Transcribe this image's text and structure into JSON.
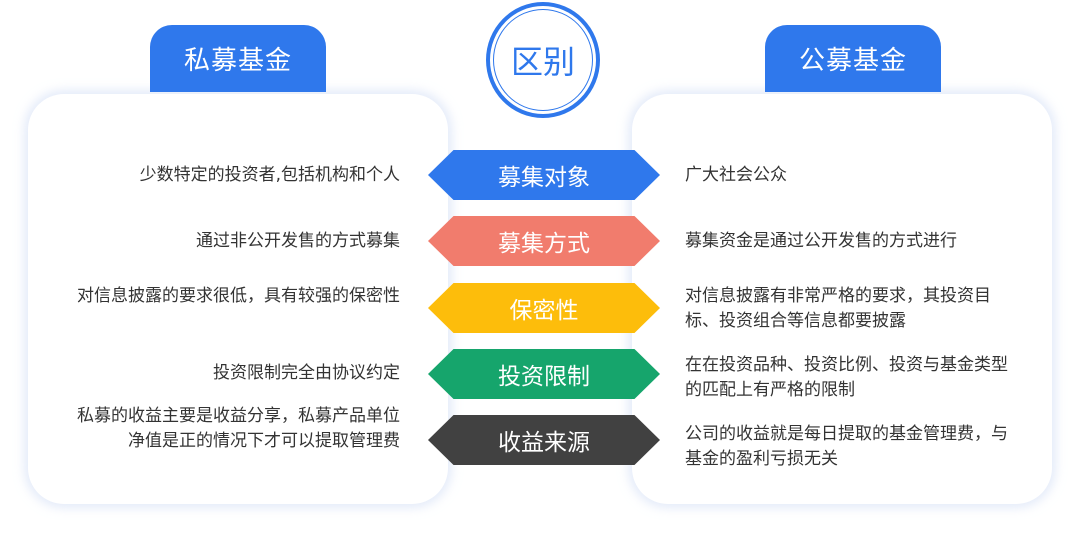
{
  "left_title": "私募基金",
  "right_title": "公募基金",
  "center_title": "区别",
  "rows": [
    {
      "label": "募集对象",
      "color": "#2f78ec",
      "private": "少数特定的投资者,包括机构和个人",
      "public": "广大社会公众"
    },
    {
      "label": "募集方式",
      "color": "#f17c6d",
      "private": "通过非公开发售的方式募集",
      "public": "募集资金是通过公开发售的方式进行"
    },
    {
      "label": "保密性",
      "color": "#fdbd0b",
      "private": "对信息披露的要求很低，具有较强的保密性",
      "public": "对信息披露有非常严格的要求，其投资目标、投资组合等信息都要披露"
    },
    {
      "label": "投资限制",
      "color": "#16a56c",
      "private": "投资限制完全由协议约定",
      "public": "在在投资品种、投资比例、投资与基金类型的匹配上有严格的限制"
    },
    {
      "label": "收益来源",
      "color": "#414141",
      "private": "私募的收益主要是收益分享，私募产品单位净值是正的情况下才可以提取管理费",
      "public": "公司的收益就是每日提取的基金管理费，与基金的盈利亏损无关"
    }
  ]
}
